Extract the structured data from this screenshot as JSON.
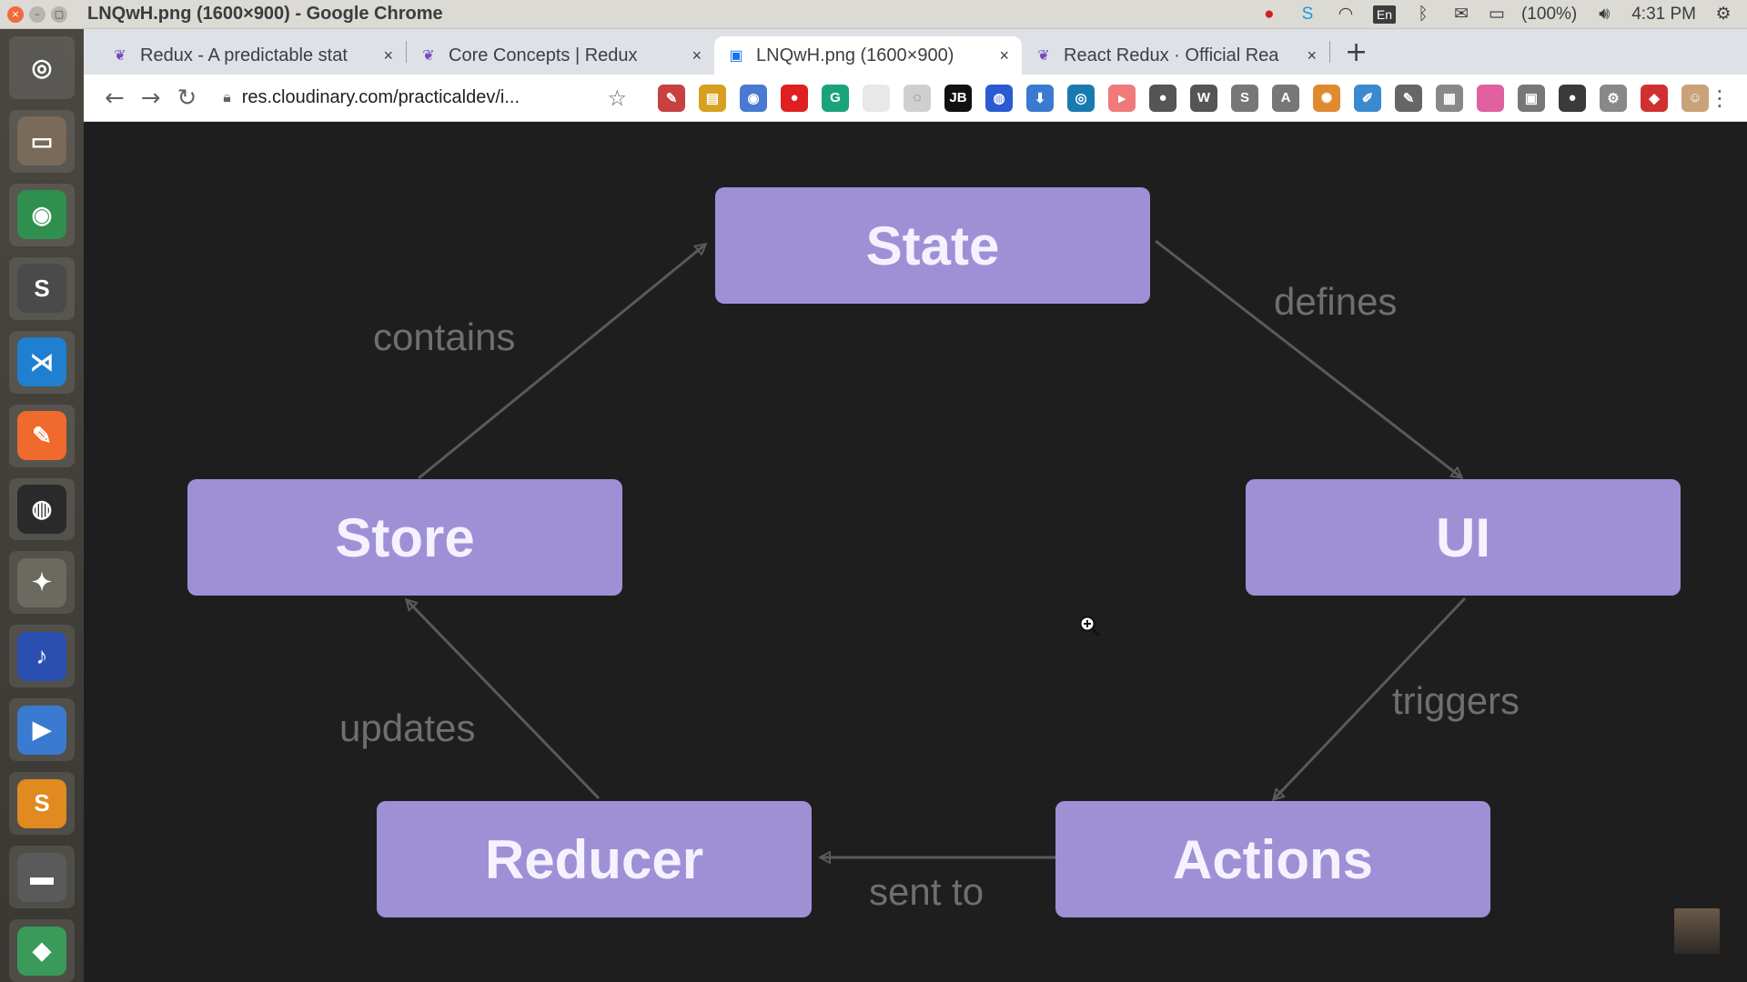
{
  "window": {
    "title": "LNQwH.png (1600×900) - Google Chrome",
    "buttons": [
      "×",
      "–",
      "▢"
    ]
  },
  "tray": {
    "language": "En",
    "battery": "(100%)",
    "time": "4:31 PM"
  },
  "tabs": [
    {
      "label": "Redux - A predictable stat",
      "close": "×",
      "active": false,
      "icon": "redux-icon"
    },
    {
      "label": "Core Concepts | Redux",
      "close": "×",
      "active": false,
      "icon": "redux-icon"
    },
    {
      "label": "LNQwH.png (1600×900)",
      "close": "×",
      "active": true,
      "icon": "image-icon"
    },
    {
      "label": "React Redux · Official Rea",
      "close": "×",
      "active": false,
      "icon": "redux-icon"
    }
  ],
  "new_tab": "+",
  "address": {
    "url": "res.cloudinary.com/practicaldev/i..."
  },
  "launcher": [
    {
      "name": "launcher-dash-icon",
      "glyph": "◎",
      "color": "#5a5854"
    },
    {
      "name": "launcher-files-icon",
      "glyph": "▭",
      "color": "#7a6a5a"
    },
    {
      "name": "launcher-chrome-icon",
      "glyph": "◉",
      "color": "#2f8f4f"
    },
    {
      "name": "launcher-sublime-icon",
      "glyph": "S",
      "color": "#4a4a4a"
    },
    {
      "name": "launcher-vscode-icon",
      "glyph": "⋊",
      "color": "#1f7fd0"
    },
    {
      "name": "launcher-postman-icon",
      "glyph": "✎",
      "color": "#ef6a2c"
    },
    {
      "name": "launcher-obs-icon",
      "glyph": "◍",
      "color": "#2a2a2a"
    },
    {
      "name": "launcher-gimp-icon",
      "glyph": "✦",
      "color": "#6a6a60"
    },
    {
      "name": "launcher-audacity-icon",
      "glyph": "♪",
      "color": "#2b4fb0"
    },
    {
      "name": "launcher-media-player-icon",
      "glyph": "▶",
      "color": "#3a7ad0"
    },
    {
      "name": "launcher-install-icon",
      "glyph": "S",
      "color": "#e08a20"
    },
    {
      "name": "launcher-drive-icon",
      "glyph": "▬",
      "color": "#5a5a5a"
    },
    {
      "name": "launcher-android-icon",
      "glyph": "◆",
      "color": "#3a9a5a"
    }
  ],
  "extensions": [
    {
      "name": "ext-color-picker-icon",
      "glyph": "✎",
      "color": "#c94040"
    },
    {
      "name": "ext-ruler-icon",
      "glyph": "▤",
      "color": "#d8a020"
    },
    {
      "name": "ext-chrome-icon",
      "glyph": "◉",
      "color": "#4a7ad0"
    },
    {
      "name": "ext-adblock-icon",
      "glyph": "●",
      "color": "#e02020"
    },
    {
      "name": "ext-grammarly-icon",
      "glyph": "G",
      "color": "#1aa37a"
    },
    {
      "name": "ext-blank-icon",
      "glyph": "",
      "color": "#e8e8e8"
    },
    {
      "name": "ext-dark-reader-icon",
      "glyph": "◌",
      "color": "#cfcfcf"
    },
    {
      "name": "ext-jb-icon",
      "glyph": "JB",
      "color": "#111111"
    },
    {
      "name": "ext-globe-icon",
      "glyph": "◍",
      "color": "#2a5bd0"
    },
    {
      "name": "ext-download-icon",
      "glyph": "⬇",
      "color": "#3a7ad0"
    },
    {
      "name": "ext-screenshot-icon",
      "glyph": "◎",
      "color": "#1a7ab0"
    },
    {
      "name": "ext-pointer-icon",
      "glyph": "▸",
      "color": "#f07a7a"
    },
    {
      "name": "ext-record-icon",
      "glyph": "●",
      "color": "#555555"
    },
    {
      "name": "ext-wordpress-icon",
      "glyph": "W",
      "color": "#555555"
    },
    {
      "name": "ext-s-icon",
      "glyph": "S",
      "color": "#777777"
    },
    {
      "name": "ext-a-icon",
      "glyph": "A",
      "color": "#777777"
    },
    {
      "name": "ext-color-wheel-icon",
      "glyph": "✺",
      "color": "#e08a30"
    },
    {
      "name": "ext-pen-icon",
      "glyph": "✐",
      "color": "#3a8ad0"
    },
    {
      "name": "ext-edit-icon",
      "glyph": "✎",
      "color": "#666666"
    },
    {
      "name": "ext-keyboard-icon",
      "glyph": "▦",
      "color": "#888888"
    },
    {
      "name": "ext-gradient-icon",
      "glyph": "",
      "color": "#e060a0"
    },
    {
      "name": "ext-image-icon",
      "glyph": "▣",
      "color": "#777777"
    },
    {
      "name": "ext-dark-circle-icon",
      "glyph": "●",
      "color": "#3a3a3a"
    },
    {
      "name": "ext-gear-icon",
      "glyph": "⚙",
      "color": "#888888"
    },
    {
      "name": "ext-octotree-icon",
      "glyph": "◆",
      "color": "#d03030"
    },
    {
      "name": "profile-avatar-icon",
      "glyph": "☺",
      "color": "#c9a27a"
    }
  ],
  "diagram": {
    "nodes": {
      "state": "State",
      "store": "Store",
      "ui": "UI",
      "reducer": "Reducer",
      "actions": "Actions"
    },
    "edges": {
      "contains": "contains",
      "defines": "defines",
      "updates": "updates",
      "triggers": "triggers",
      "sent_to": "sent to"
    },
    "colors": {
      "node": "#9f90d6",
      "edge": "#5a5a5a",
      "label": "#6f6f6f",
      "background": "#1f1e1f"
    }
  }
}
